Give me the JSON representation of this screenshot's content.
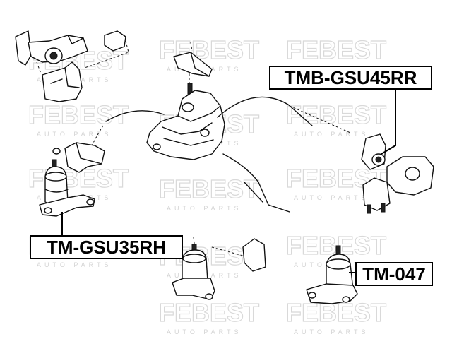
{
  "watermark": {
    "brand": "FEBEST",
    "sub": "AUTO PARTS"
  },
  "labels": {
    "rear": "TMB-GSU45RR",
    "right": "TM-GSU35RH",
    "front": "TM-047"
  }
}
